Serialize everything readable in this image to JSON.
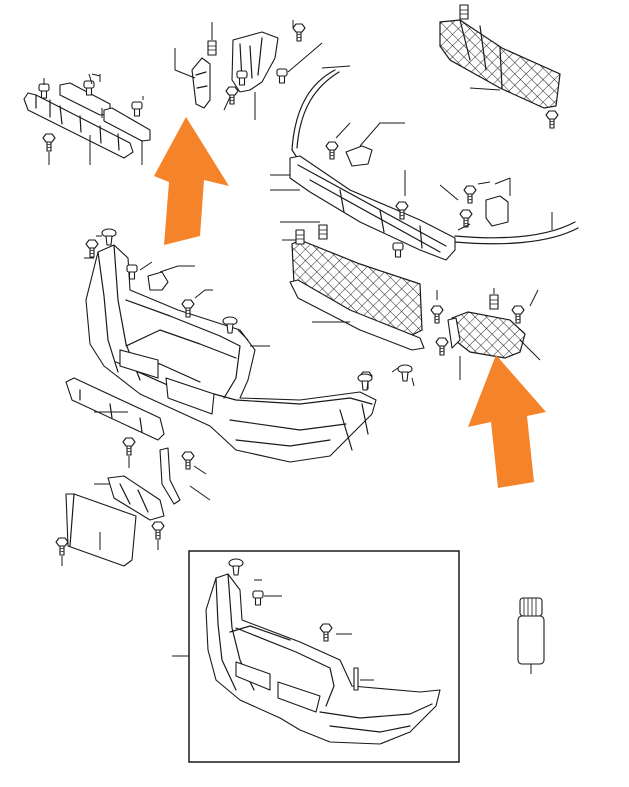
{
  "diagram": {
    "colors": {
      "line": "#1a1a1a",
      "background": "#ffffff",
      "arrow": "#f5832a",
      "inset_frame": "#1a1a1a"
    },
    "arrows": [
      {
        "name": "install-direction-arrow-left",
        "direction": "up",
        "icon": "arrow-up-icon"
      },
      {
        "name": "install-direction-arrow-right",
        "direction": "up",
        "icon": "arrow-up-icon"
      }
    ],
    "parts": [
      "front-bumper-cover",
      "upper-grille-mesh",
      "lower-grille-mesh",
      "fog-lamp-grille",
      "bumper-reinforcement-bracket",
      "license-plate-bracket",
      "bumper-absorber-strip",
      "chrome-trim-strip-upper",
      "chrome-trim-strip-lower",
      "side-mounting-bracket",
      "clips-and-fasteners",
      "adhesive-tube"
    ],
    "inset": {
      "content": "front-bumper-cover-variant"
    }
  }
}
